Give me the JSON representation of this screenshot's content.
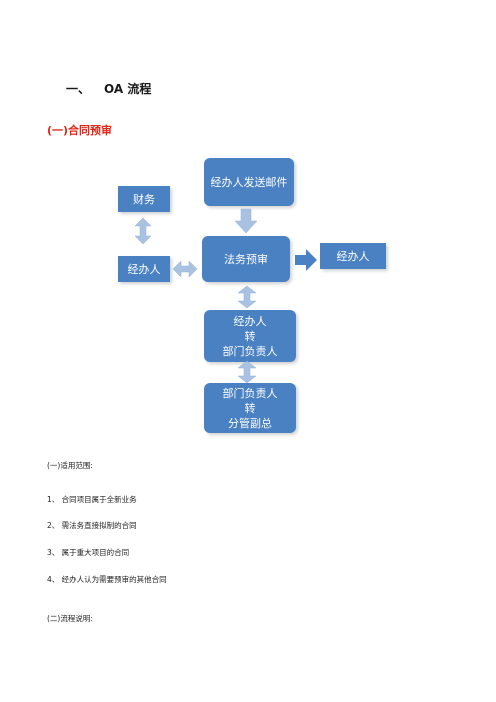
{
  "heading": {
    "number": "一、",
    "title": "OA 流程"
  },
  "subheading": "(一)合同预审",
  "flowchart": {
    "box_send_mail": "经办人发送邮件",
    "box_finance": "财务",
    "box_handler_left": "经办人",
    "box_legal_review": "法务预审",
    "box_handler_right": "经办人",
    "box_transfer_dept": [
      "经办人",
      "转",
      "部门负责人"
    ],
    "box_transfer_vp": [
      "部门负责人",
      "转",
      "分管副总"
    ],
    "colors": {
      "box": "#4a81c3",
      "arrow": "#a9c2e2",
      "right_arrow": "#4a81c3"
    }
  },
  "scope": {
    "title": "(一)适用范围:",
    "items": [
      "1、 合同项目属于全新业务",
      "2、 需法务直接拟制的合同",
      "3、 属于重大项目的合同",
      "4、 经办人认为需要预审的其他合同"
    ]
  },
  "process_title": "(二)流程说明:"
}
